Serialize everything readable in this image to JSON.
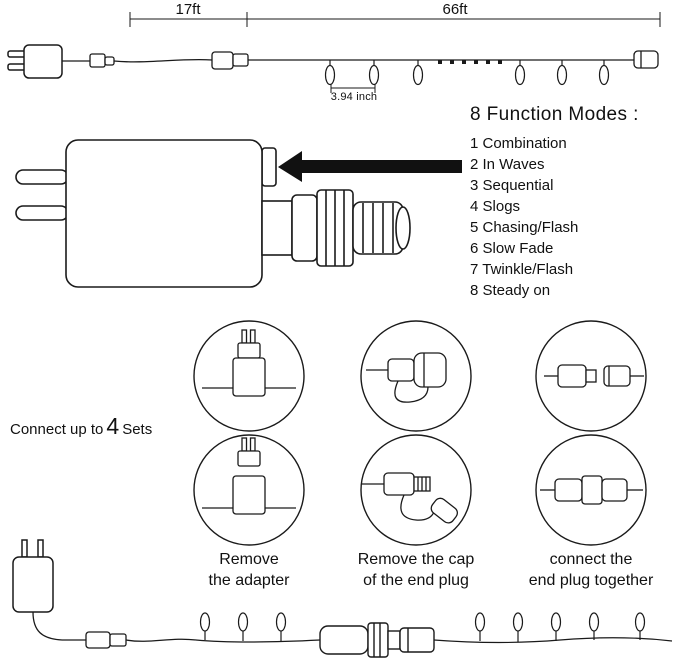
{
  "top_diagram": {
    "lead_length": "17ft",
    "string_length": "66ft",
    "bulb_spacing": "3.94 inch"
  },
  "function_modes": {
    "title": "8 Function Modes :",
    "items": [
      "1 Combination",
      "2 In Waves",
      "3 Sequential",
      "4 Slogs",
      "5 Chasing/Flash",
      "6 Slow Fade",
      "7 Twinkle/Flash",
      "8 Steady on"
    ]
  },
  "connectivity": {
    "text_before": "Connect up to",
    "sets_count": "4",
    "text_after": "Sets"
  },
  "steps": [
    {
      "line1": "Remove",
      "line2": "the adapter"
    },
    {
      "line1": "Remove the cap",
      "line2": "of the end plug"
    },
    {
      "line1": "connect the",
      "line2": "end plug together"
    }
  ],
  "colors": {
    "line": "#1a1a1a",
    "background": "#ffffff"
  }
}
